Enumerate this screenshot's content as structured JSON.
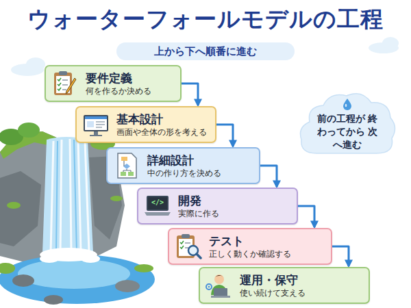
{
  "diagram": {
    "title": "ウォーターフォールモデルの工程",
    "nodes": [
      {
        "text": [
          "上から下へ順番に進む"
        ]
      },
      {
        "text": [
          "要件定義",
          "何を作るか決める"
        ]
      },
      {
        "text": [
          "基本設計",
          "画面や全体の形を考える"
        ]
      },
      {
        "text": [
          "詳細設計",
          "中の作り方を決める"
        ]
      },
      {
        "text": [
          "開発",
          "実際に作る"
        ]
      },
      {
        "text": [
          "テスト",
          "正しく動くか確認する"
        ]
      },
      {
        "text": [
          "運用・保守",
          "使い続けて支える"
        ]
      },
      {
        "text": [
          "前の工程が 終わってから 次へ進む"
        ]
      }
    ],
    "edges": [
      {
        "from": 1,
        "to": 2,
        "arrow": "to"
      },
      {
        "from": 2,
        "to": 3,
        "arrow": "to"
      },
      {
        "from": 3,
        "to": 4,
        "arrow": "to"
      },
      {
        "from": 4,
        "to": 5,
        "arrow": "to"
      },
      {
        "from": 5,
        "to": 6,
        "arrow": "to"
      }
    ],
    "labels": [
      "</>"
    ]
  }
}
